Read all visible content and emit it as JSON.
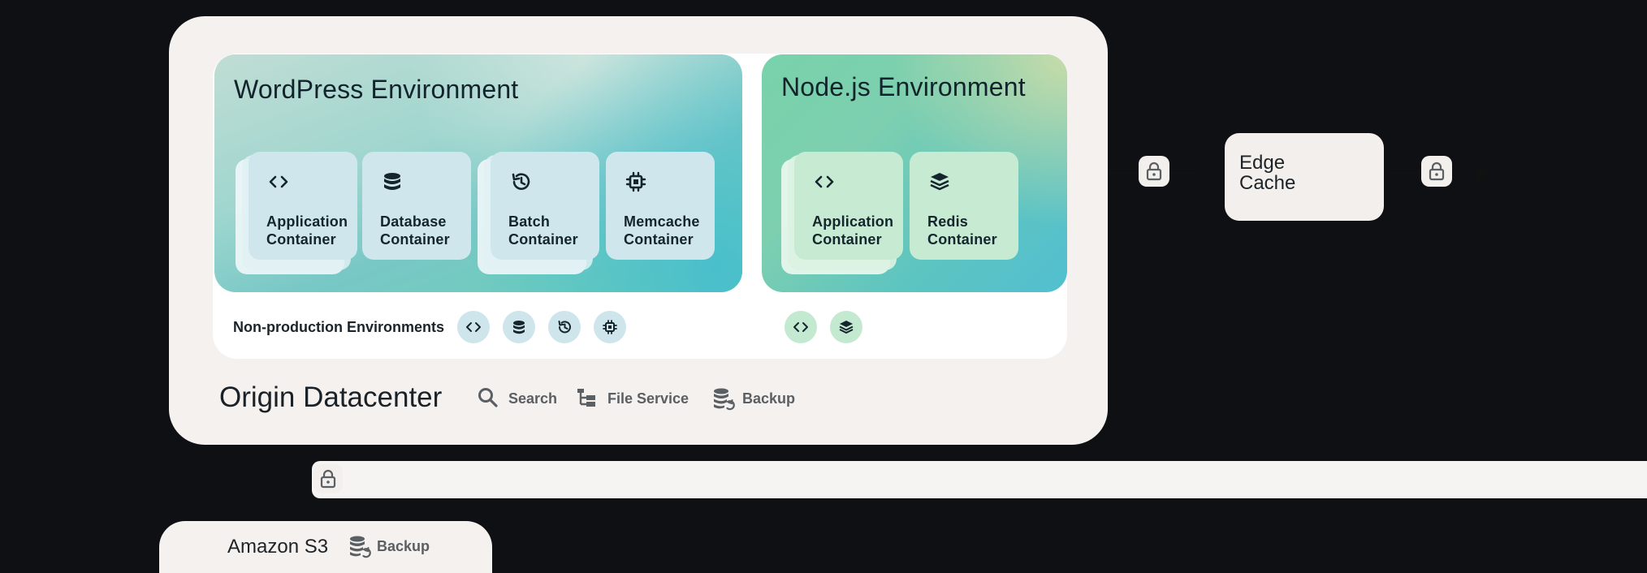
{
  "environments": {
    "wordpress": {
      "title": "WordPress Environment",
      "containers": [
        {
          "label_1": "Application",
          "label_2": "Container",
          "icon": "code-icon"
        },
        {
          "label_1": "Database",
          "label_2": "Container",
          "icon": "database-icon"
        },
        {
          "label_1": "Batch",
          "label_2": "Container",
          "icon": "history-icon"
        },
        {
          "label_1": "Memcache",
          "label_2": "Container",
          "icon": "chip-icon"
        }
      ]
    },
    "nodejs": {
      "title": "Node.js Environment",
      "containers": [
        {
          "label_1": "Application",
          "label_2": "Container",
          "icon": "code-icon"
        },
        {
          "label_1": "Redis",
          "label_2": "Container",
          "icon": "layers-icon"
        }
      ]
    }
  },
  "non_production": {
    "label": "Non-production Environments",
    "wordpress_icons": [
      "code-icon",
      "database-icon",
      "history-icon",
      "chip-icon"
    ],
    "nodejs_icons": [
      "code-icon",
      "layers-icon"
    ]
  },
  "origin": {
    "title": "Origin Datacenter",
    "services": [
      {
        "label": "Search",
        "icon": "search-icon"
      },
      {
        "label": "File Service",
        "icon": "file-tree-icon"
      },
      {
        "label": "Backup",
        "icon": "database-sync-icon"
      }
    ]
  },
  "edge": {
    "label_1": "Edge",
    "label_2": "Cache",
    "icon": "lock-icon"
  },
  "s3": {
    "title": "Amazon S3",
    "service": "Backup",
    "icon": "database-sync-icon"
  },
  "colors": {
    "page_bg": "#0e1014",
    "panel_bg": "#f4f1ef",
    "wp_card": "#cfe7ec",
    "node_card": "#c6ebd2",
    "text_dark": "#12232c",
    "service_text": "#5a5f63"
  }
}
